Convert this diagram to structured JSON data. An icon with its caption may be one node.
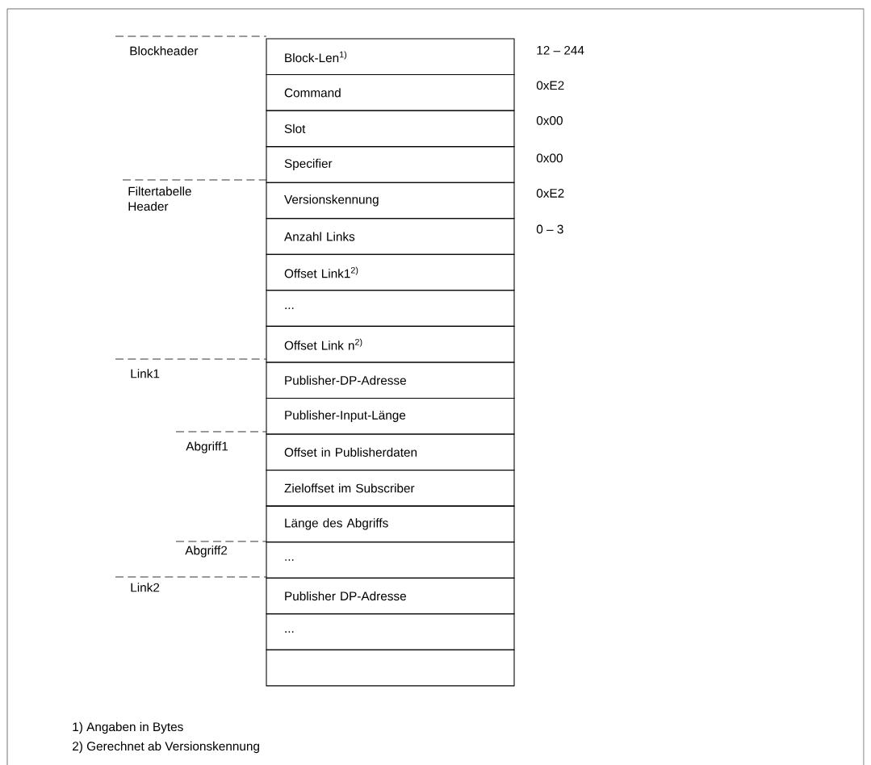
{
  "diagram": {
    "nodes": [
      {
        "text": [
          "Block-Len$^{1)}$"
        ],
        "beside": [
          "12 – 244"
        ]
      },
      {
        "text": [
          "Command"
        ],
        "beside": [
          "0xE2"
        ]
      },
      {
        "text": [
          "Slot"
        ],
        "beside": [
          "0x00"
        ]
      },
      {
        "text": [
          "Specifier"
        ],
        "beside": [
          "0x00"
        ]
      },
      {
        "text": [
          "Versionskennung"
        ],
        "beside": [
          "0xE2"
        ]
      },
      {
        "text": [
          "Anzahl Links"
        ],
        "beside": [
          "0 – 3"
        ]
      },
      {
        "text": [
          "Offset Link1$^{2)}$"
        ]
      },
      {
        "text": [
          "..."
        ]
      },
      {
        "text": [
          "Offset Link n$^{2)}$"
        ]
      },
      {
        "text": [
          "Publisher-DP-Adresse"
        ]
      },
      {
        "text": [
          "Publisher-Input-Länge"
        ]
      },
      {
        "text": [
          "Offset in Publisherdaten"
        ]
      },
      {
        "text": [
          "Zieloffset im Subscriber"
        ]
      },
      {
        "text": [
          "Länge des Abgriffs"
        ]
      },
      {
        "text": [
          "..."
        ]
      },
      {
        "text": [
          "Publisher DP-Adresse"
        ]
      },
      {
        "text": [
          "..."
        ]
      },
      {
        "text": [],
        "shape": "box"
      }
    ],
    "labels": [
      "Blockheader",
      "Filtertabelle Header",
      "Link1",
      "Abgriff1",
      "Abgriff2",
      "Link2",
      "1) Angaben in Bytes",
      "2) Gerechnet ab Versionskennung"
    ]
  }
}
